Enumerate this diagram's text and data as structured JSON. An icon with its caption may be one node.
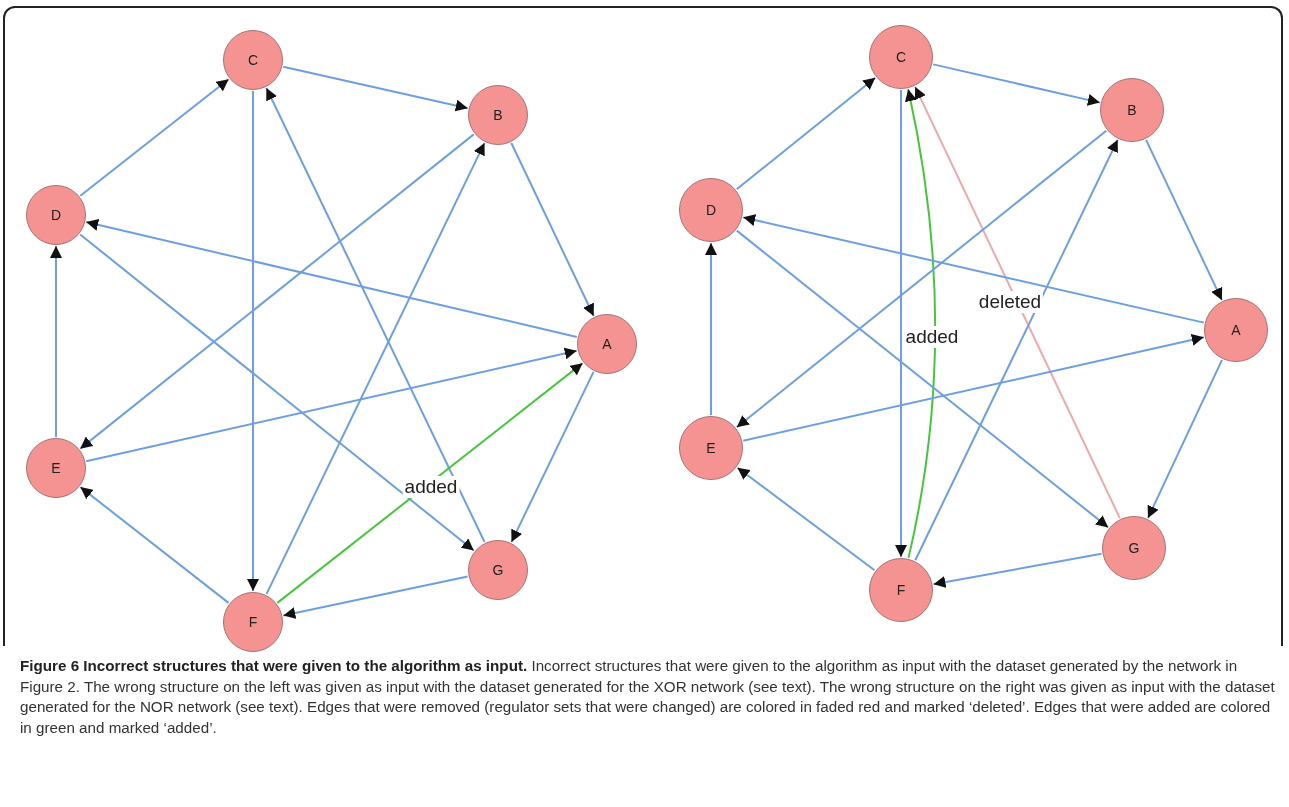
{
  "diagram": {
    "caption": "**Figure 6 Incorrect structures that were given to the algorithm as input.** Incorrect structures that were given to the algorithm as input with the dataset generated by the network in Figure 2. The wrong structure on the left was given as input with the dataset generated for the XOR network (see text). The wrong structure on the right was given as input with the dataset generated for the NOR network (see text). Edges that were removed (regulator sets that were changed) are colored in faded red and marked ‘deleted’. Edges that were added are colored in green and marked ‘added’.",
    "nodes": [
      {
        "text": [
          "C"
        ]
      },
      {
        "text": [
          "B"
        ]
      },
      {
        "text": [
          "D"
        ]
      },
      {
        "text": [
          "A"
        ]
      },
      {
        "text": [
          "E"
        ]
      },
      {
        "text": [
          "G"
        ]
      },
      {
        "text": [
          "F"
        ]
      },
      {
        "text": [
          "C"
        ]
      },
      {
        "text": [
          "B"
        ]
      },
      {
        "text": [
          "D"
        ]
      },
      {
        "text": [
          "A"
        ]
      },
      {
        "text": [
          "E"
        ]
      },
      {
        "text": [
          "G"
        ]
      },
      {
        "text": [
          "F"
        ]
      }
    ],
    "edges": [
      {
        "from": 0,
        "to": 1,
        "arrow": "to"
      },
      {
        "from": 2,
        "to": 0,
        "arrow": "to"
      },
      {
        "from": 0,
        "to": 6,
        "arrow": "to"
      },
      {
        "from": 5,
        "to": 0,
        "arrow": "to"
      },
      {
        "from": 1,
        "to": 4,
        "arrow": "to"
      },
      {
        "from": 6,
        "to": 1,
        "arrow": "to"
      },
      {
        "from": 1,
        "to": 3,
        "arrow": "to"
      },
      {
        "from": 3,
        "to": 2,
        "arrow": "to"
      },
      {
        "from": 2,
        "to": 5,
        "arrow": "to"
      },
      {
        "from": 4,
        "to": 2,
        "arrow": "to"
      },
      {
        "from": 4,
        "to": 3,
        "arrow": "to"
      },
      {
        "from": 6,
        "to": 3,
        "arrow": "to",
        "label": "added",
        "color": "#44c83a"
      },
      {
        "from": 3,
        "to": 5,
        "arrow": "to"
      },
      {
        "from": 5,
        "to": 6,
        "arrow": "to"
      },
      {
        "from": 6,
        "to": 4,
        "arrow": "to"
      },
      {
        "from": 7,
        "to": 8,
        "arrow": "to"
      },
      {
        "from": 9,
        "to": 7,
        "arrow": "to"
      },
      {
        "from": 7,
        "to": 13,
        "arrow": "to"
      },
      {
        "from": 13,
        "to": 7,
        "arrow": "to",
        "label": "added",
        "color": "#44c83a"
      },
      {
        "from": 12,
        "to": 7,
        "arrow": "to",
        "label": "deleted",
        "color": "#f0a8ac"
      },
      {
        "from": 8,
        "to": 11,
        "arrow": "to"
      },
      {
        "from": 13,
        "to": 8,
        "arrow": "to"
      },
      {
        "from": 8,
        "to": 10,
        "arrow": "to"
      },
      {
        "from": 10,
        "to": 9,
        "arrow": "to"
      },
      {
        "from": 9,
        "to": 12,
        "arrow": "to"
      },
      {
        "from": 11,
        "to": 9,
        "arrow": "to"
      },
      {
        "from": 11,
        "to": 10,
        "arrow": "to"
      },
      {
        "from": 10,
        "to": 12,
        "arrow": "to"
      },
      {
        "from": 12,
        "to": 13,
        "arrow": "to"
      },
      {
        "from": 13,
        "to": 11,
        "arrow": "to"
      }
    ]
  }
}
